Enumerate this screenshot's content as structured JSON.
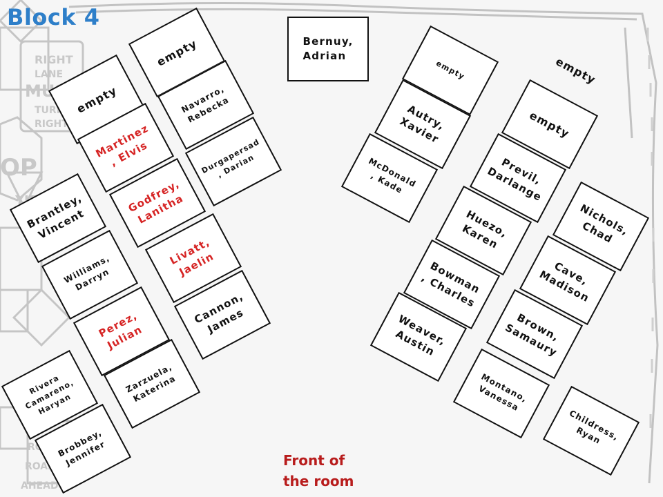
{
  "title": "Block 4",
  "front_label": "Front of\nthe room",
  "colors": {
    "title": "#2e7fc9",
    "highlight": "#d62424",
    "front": "#b81c1c"
  },
  "desks": [
    {
      "id": "d1",
      "name": "empty",
      "highlight": false
    },
    {
      "id": "d2",
      "name": "empty",
      "highlight": false
    },
    {
      "id": "d3",
      "name": "Navarro,\nRebecka",
      "highlight": false
    },
    {
      "id": "d4",
      "name": "Martinez\n, Elvis",
      "highlight": true
    },
    {
      "id": "d5",
      "name": "Durgapersad\n, Darian",
      "highlight": false
    },
    {
      "id": "d6",
      "name": "Godfrey,\nLanitha",
      "highlight": true
    },
    {
      "id": "d7",
      "name": "Brantley,\nVincent",
      "highlight": false
    },
    {
      "id": "d8",
      "name": "Livatt,\nJaelin",
      "highlight": true
    },
    {
      "id": "d9",
      "name": "Williams,\nDarryn",
      "highlight": false
    },
    {
      "id": "d10",
      "name": "Cannon,\nJames",
      "highlight": false
    },
    {
      "id": "d11",
      "name": "Perez,\nJulian",
      "highlight": true
    },
    {
      "id": "d12",
      "name": "Zarzuela,\nKaterina",
      "highlight": false
    },
    {
      "id": "d13",
      "name": "Rivera\nCamareno,\nHaryan",
      "highlight": false
    },
    {
      "id": "d14",
      "name": "Brobbey,\nJennifer",
      "highlight": false
    },
    {
      "id": "d15",
      "name": "Bernuy,\nAdrian",
      "highlight": false
    },
    {
      "id": "d16",
      "name": "empty",
      "highlight": false
    },
    {
      "id": "d17",
      "name": "Autry,\nXavier",
      "highlight": false
    },
    {
      "id": "d18",
      "name": "McDonald\n, Kade",
      "highlight": false
    },
    {
      "id": "d19",
      "name": "empty",
      "highlight": false
    },
    {
      "id": "d20",
      "name": "empty",
      "highlight": false
    },
    {
      "id": "d21",
      "name": "Previl,\nDarlange",
      "highlight": false
    },
    {
      "id": "d22",
      "name": "Huezo,\nKaren",
      "highlight": false
    },
    {
      "id": "d23",
      "name": "Nichols,\nChad",
      "highlight": false
    },
    {
      "id": "d24",
      "name": "Bowman\n, Charles",
      "highlight": false
    },
    {
      "id": "d25",
      "name": "Cave,\nMadison",
      "highlight": false
    },
    {
      "id": "d26",
      "name": "Weaver,\nAustin",
      "highlight": false
    },
    {
      "id": "d27",
      "name": "Brown,\nSamaury",
      "highlight": false
    },
    {
      "id": "d28",
      "name": "Montano,\nVanessa",
      "highlight": false
    },
    {
      "id": "d29",
      "name": "Childress,\nRyan",
      "highlight": false
    }
  ]
}
